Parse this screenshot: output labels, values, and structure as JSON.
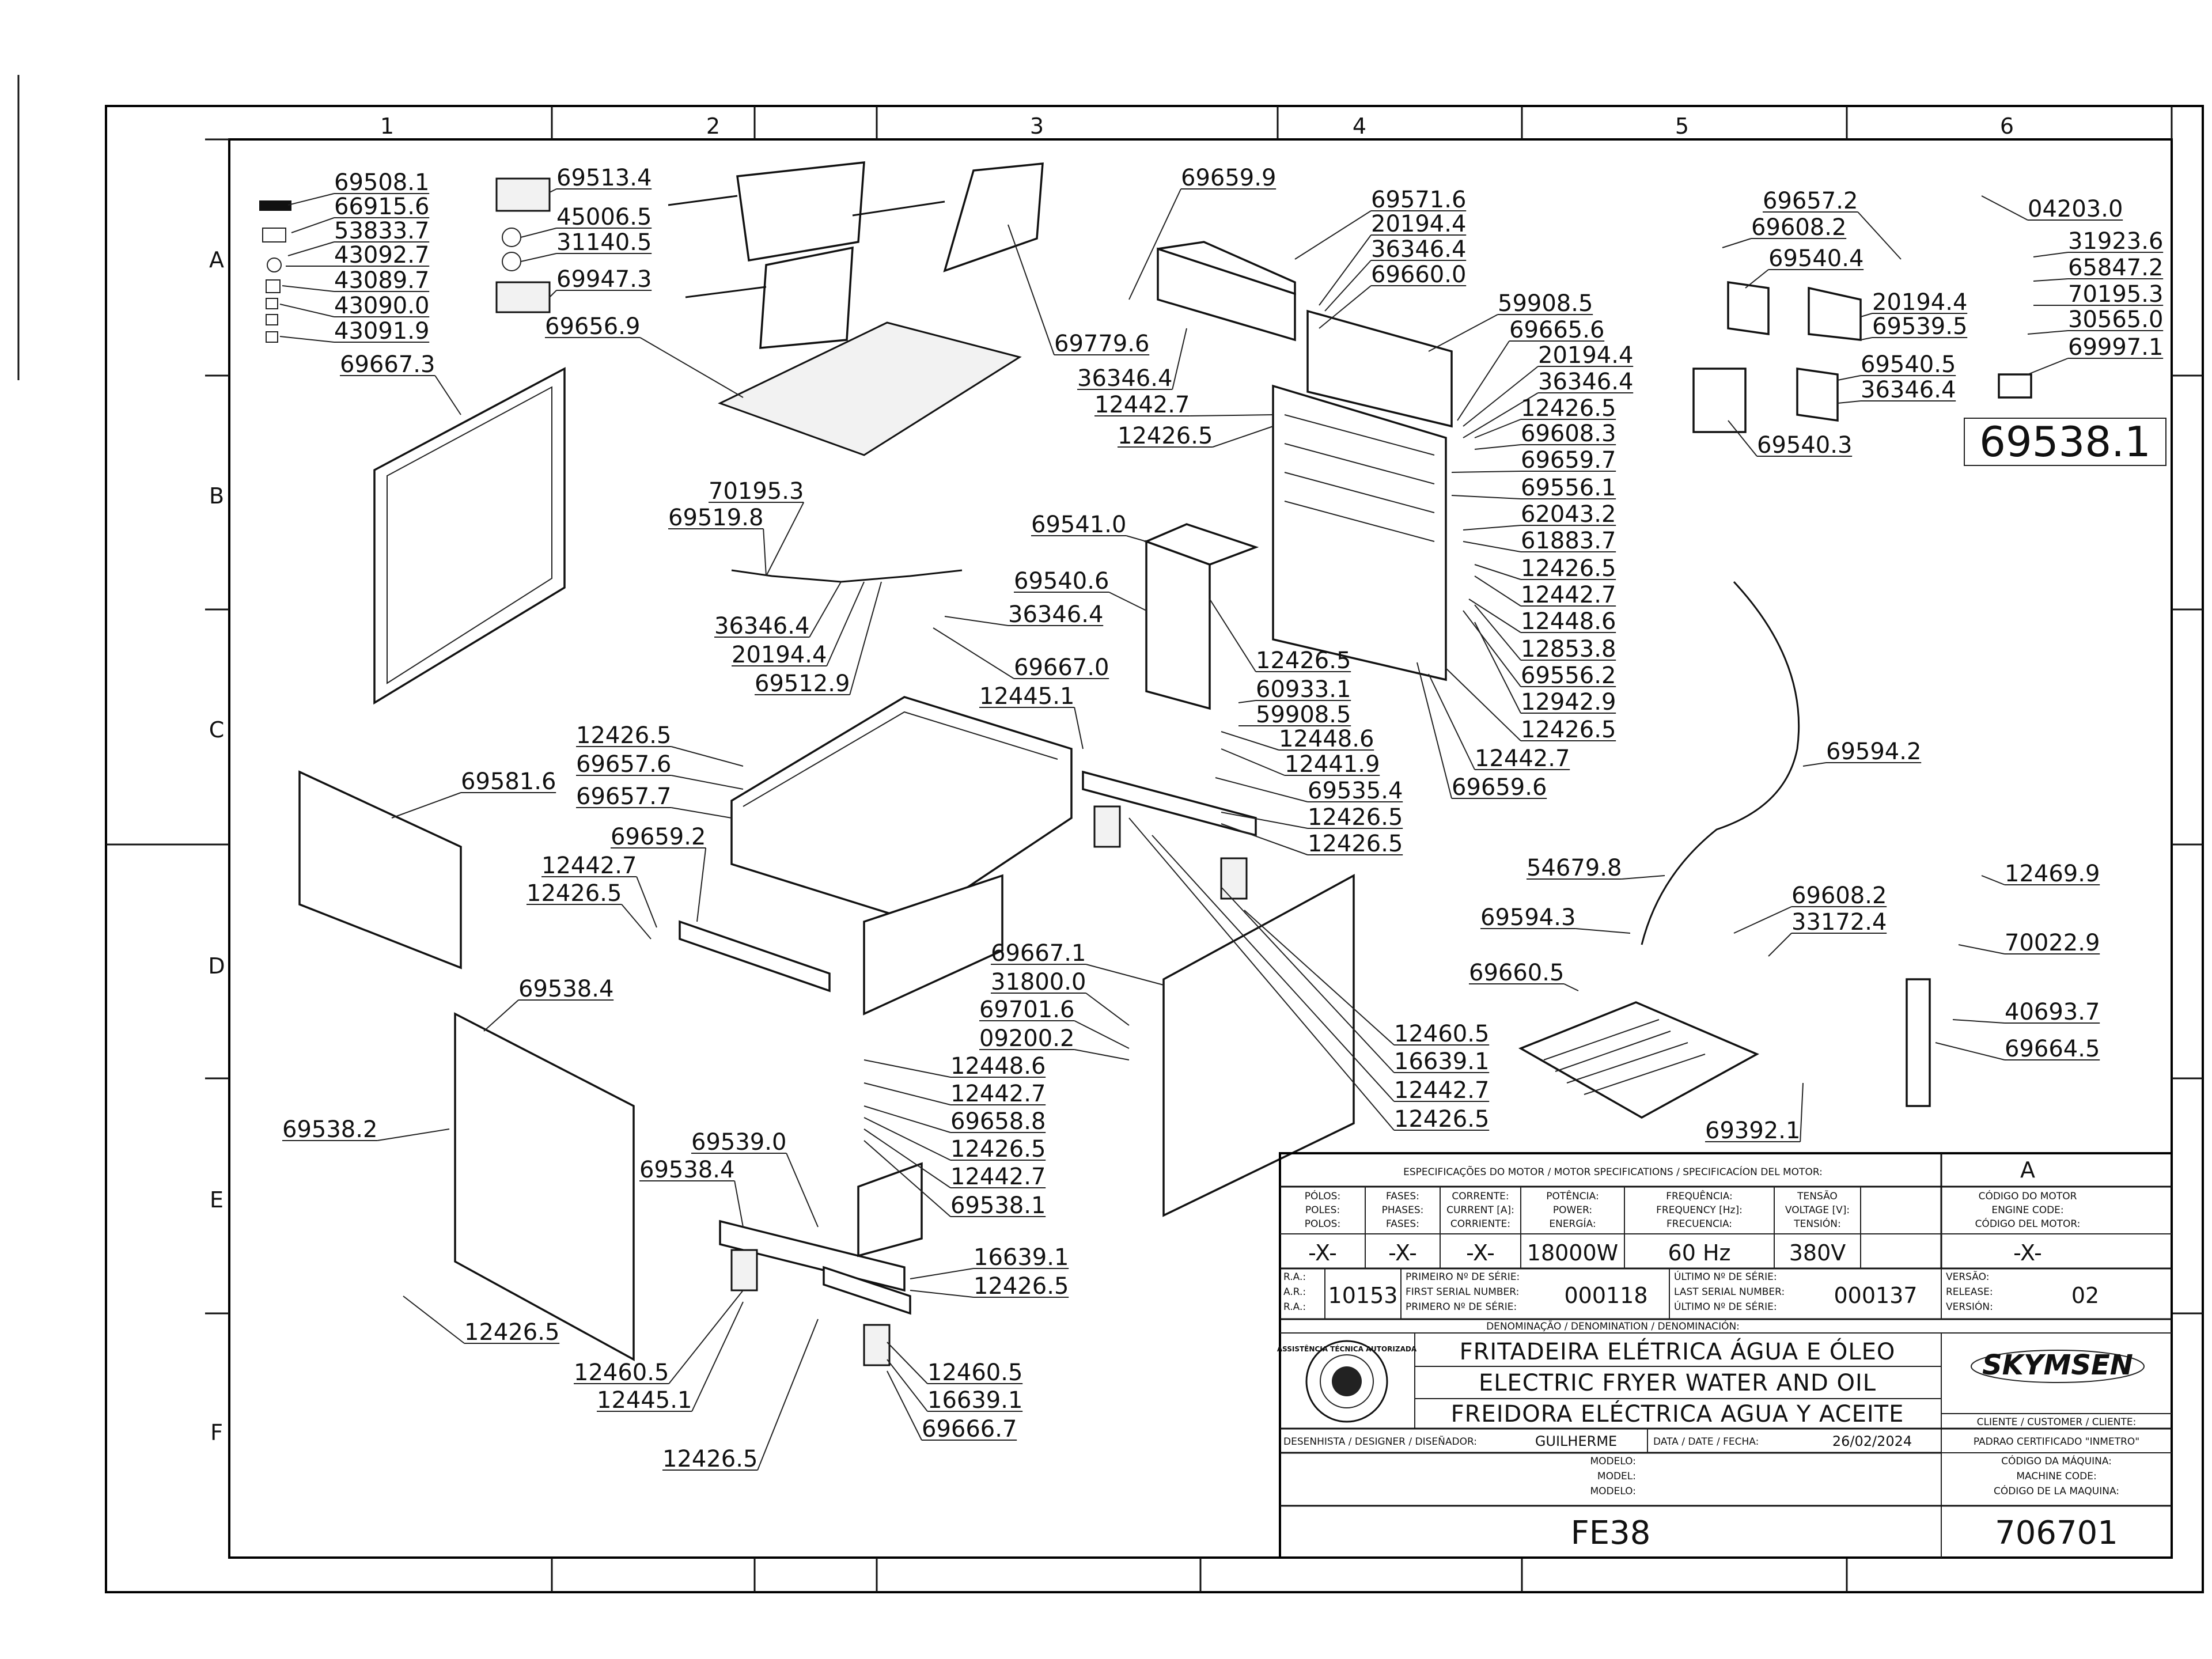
{
  "grid": {
    "columns": [
      "1",
      "2",
      "3",
      "4",
      "5",
      "6"
    ],
    "rows": [
      "A",
      "B",
      "C",
      "D",
      "E",
      "F"
    ]
  },
  "callouts": [
    {
      "id": "c1",
      "text": "69508.1"
    },
    {
      "id": "c2",
      "text": "66915.6"
    },
    {
      "id": "c3",
      "text": "53833.7"
    },
    {
      "id": "c4",
      "text": "43092.7"
    },
    {
      "id": "c5",
      "text": "43089.7"
    },
    {
      "id": "c6",
      "text": "43090.0"
    },
    {
      "id": "c7",
      "text": "43091.9"
    },
    {
      "id": "c8",
      "text": "69667.3"
    },
    {
      "id": "c9",
      "text": "69513.4"
    },
    {
      "id": "c10",
      "text": "45006.5"
    },
    {
      "id": "c11",
      "text": "31140.5"
    },
    {
      "id": "c12",
      "text": "69947.3"
    },
    {
      "id": "c13",
      "text": "69656.9"
    },
    {
      "id": "c14",
      "text": "69779.6"
    },
    {
      "id": "c15",
      "text": "69659.9"
    },
    {
      "id": "c16",
      "text": "69571.6"
    },
    {
      "id": "c17",
      "text": "20194.4"
    },
    {
      "id": "c18",
      "text": "36346.4"
    },
    {
      "id": "c19",
      "text": "69660.0"
    },
    {
      "id": "c20",
      "text": "36346.4"
    },
    {
      "id": "c21",
      "text": "12442.7"
    },
    {
      "id": "c22",
      "text": "12426.5"
    },
    {
      "id": "c23",
      "text": "59908.5"
    },
    {
      "id": "c24",
      "text": "69665.6"
    },
    {
      "id": "c25",
      "text": "20194.4"
    },
    {
      "id": "c26",
      "text": "36346.4"
    },
    {
      "id": "c27",
      "text": "12426.5"
    },
    {
      "id": "c28",
      "text": "69608.3"
    },
    {
      "id": "c29",
      "text": "69659.7"
    },
    {
      "id": "c30",
      "text": "69556.1"
    },
    {
      "id": "c31",
      "text": "62043.2"
    },
    {
      "id": "c32",
      "text": "61883.7"
    },
    {
      "id": "c33",
      "text": "12426.5"
    },
    {
      "id": "c34",
      "text": "12442.7"
    },
    {
      "id": "c35",
      "text": "12448.6"
    },
    {
      "id": "c36",
      "text": "12853.8"
    },
    {
      "id": "c37",
      "text": "69556.2"
    },
    {
      "id": "c38",
      "text": "12942.9"
    },
    {
      "id": "c39",
      "text": "12426.5"
    },
    {
      "id": "c40",
      "text": "12442.7"
    },
    {
      "id": "c41",
      "text": "69659.6"
    },
    {
      "id": "c42",
      "text": "69657.2"
    },
    {
      "id": "c43",
      "text": "69608.2"
    },
    {
      "id": "c44",
      "text": "69540.4"
    },
    {
      "id": "c45",
      "text": "04203.0"
    },
    {
      "id": "c46",
      "text": "31923.6"
    },
    {
      "id": "c47",
      "text": "65847.2"
    },
    {
      "id": "c48",
      "text": "70195.3"
    },
    {
      "id": "c49",
      "text": "30565.0"
    },
    {
      "id": "c50",
      "text": "69997.1"
    },
    {
      "id": "c51",
      "text": "20194.4"
    },
    {
      "id": "c52",
      "text": "69539.5"
    },
    {
      "id": "c53",
      "text": "69540.5"
    },
    {
      "id": "c54",
      "text": "36346.4"
    },
    {
      "id": "c55",
      "text": "69540.3"
    },
    {
      "id": "c56",
      "text": "70195.3"
    },
    {
      "id": "c57",
      "text": "69519.8"
    },
    {
      "id": "c58",
      "text": "36346.4"
    },
    {
      "id": "c59",
      "text": "20194.4"
    },
    {
      "id": "c60",
      "text": "69512.9"
    },
    {
      "id": "c61",
      "text": "36346.4"
    },
    {
      "id": "c62",
      "text": "69667.0"
    },
    {
      "id": "c63",
      "text": "69541.0"
    },
    {
      "id": "c64",
      "text": "69540.6"
    },
    {
      "id": "c65",
      "text": "12426.5"
    },
    {
      "id": "c66",
      "text": "60933.1"
    },
    {
      "id": "c67",
      "text": "59908.5"
    },
    {
      "id": "c68",
      "text": "12448.6"
    },
    {
      "id": "c69",
      "text": "12441.9"
    },
    {
      "id": "c70",
      "text": "69535.4"
    },
    {
      "id": "c71",
      "text": "12426.5"
    },
    {
      "id": "c72",
      "text": "12426.5"
    },
    {
      "id": "c73",
      "text": "12445.1"
    },
    {
      "id": "c74",
      "text": "12426.5"
    },
    {
      "id": "c75",
      "text": "69657.6"
    },
    {
      "id": "c76",
      "text": "69581.6"
    },
    {
      "id": "c77",
      "text": "69657.7"
    },
    {
      "id": "c78",
      "text": "69659.2"
    },
    {
      "id": "c79",
      "text": "12442.7"
    },
    {
      "id": "c80",
      "text": "12426.5"
    },
    {
      "id": "c81",
      "text": "69594.2"
    },
    {
      "id": "c82",
      "text": "54679.8"
    },
    {
      "id": "c83",
      "text": "69608.2"
    },
    {
      "id": "c84",
      "text": "69594.3"
    },
    {
      "id": "c85",
      "text": "33172.4"
    },
    {
      "id": "c86",
      "text": "69660.5"
    },
    {
      "id": "c87",
      "text": "12469.9"
    },
    {
      "id": "c88",
      "text": "70022.9"
    },
    {
      "id": "c89",
      "text": "40693.7"
    },
    {
      "id": "c90",
      "text": "69664.5"
    },
    {
      "id": "c91",
      "text": "69392.1"
    },
    {
      "id": "c92",
      "text": "69538.4"
    },
    {
      "id": "c93",
      "text": "69667.1"
    },
    {
      "id": "c94",
      "text": "31800.0"
    },
    {
      "id": "c95",
      "text": "69701.6"
    },
    {
      "id": "c96",
      "text": "09200.2"
    },
    {
      "id": "c97",
      "text": "12448.6"
    },
    {
      "id": "c98",
      "text": "12442.7"
    },
    {
      "id": "c99",
      "text": "69658.8"
    },
    {
      "id": "c100",
      "text": "12426.5"
    },
    {
      "id": "c101",
      "text": "12442.7"
    },
    {
      "id": "c102",
      "text": "69538.1"
    },
    {
      "id": "c103",
      "text": "12460.5"
    },
    {
      "id": "c104",
      "text": "16639.1"
    },
    {
      "id": "c105",
      "text": "12442.7"
    },
    {
      "id": "c106",
      "text": "12426.5"
    },
    {
      "id": "c107",
      "text": "69538.2"
    },
    {
      "id": "c108",
      "text": "69539.0"
    },
    {
      "id": "c109",
      "text": "69538.4"
    },
    {
      "id": "c110",
      "text": "16639.1"
    },
    {
      "id": "c111",
      "text": "12426.5"
    },
    {
      "id": "c112",
      "text": "12426.5"
    },
    {
      "id": "c113",
      "text": "12460.5"
    },
    {
      "id": "c114",
      "text": "12445.1"
    },
    {
      "id": "c115",
      "text": "12460.5"
    },
    {
      "id": "c116",
      "text": "16639.1"
    },
    {
      "id": "c117",
      "text": "69666.7"
    },
    {
      "id": "c118",
      "text": "12426.5"
    }
  ],
  "inset_part_number": "69538.1",
  "title_block": {
    "motor_spec_header": "ESPECIFICAÇÕES DO MOTOR / MOTOR SPECIFICATIONS / SPECIFICACÍON DEL MOTOR:",
    "revision_letter": "A",
    "col_labels": {
      "phases": [
        "PÓLOS:",
        "POLES:",
        "POLOS:"
      ],
      "fases": [
        "FASES:",
        "PHASES:",
        "FASES:"
      ],
      "current": [
        "CORRENTE:",
        "CURRENT [A]:",
        "CORRIENTE:"
      ],
      "power": [
        "POTÊNCIA:",
        "POWER:",
        "ENERGÍA:"
      ],
      "frequency": [
        "FREQUÊNCIA:",
        "FREQUENCY [Hz]:",
        "FRECUENCIA:"
      ],
      "voltage": [
        "TENSÃO",
        "VOLTAGE [V]:",
        "TENSIÓN:"
      ],
      "engine_code": [
        "CÓDIGO DO MOTOR",
        "ENGINE CODE:",
        "CÓDIGO DEL MOTOR:"
      ]
    },
    "values": {
      "poles": "-X-",
      "phases": "-X-",
      "current": "-X-",
      "power": "18000W",
      "frequency": "60 Hz",
      "voltage": "380V",
      "engine_code": "-X-"
    },
    "ra_labels": [
      "R.A.:",
      "A.R.:",
      "R.A.:"
    ],
    "ra_value": "10153",
    "first_serial_labels": [
      "PRIMEIRO Nº DE SÉRIE:",
      "FIRST SERIAL NUMBER:",
      "PRIMERO Nº DE SÉRIE:"
    ],
    "first_serial": "000118",
    "last_serial_labels": [
      "ÚLTIMO Nº DE SÉRIE:",
      "LAST SERIAL NUMBER:",
      "ÚLTIMO Nº DE SÉRIE:"
    ],
    "last_serial": "000137",
    "version_labels": [
      "VERSÃO:",
      "RELEASE:",
      "VERSIÓN:"
    ],
    "version": "02",
    "denomination_header": "DENOMINAÇÃO / DENOMINATION / DENOMINACIÓN:",
    "title_pt": "FRITADEIRA ELÉTRICA ÁGUA E ÓLEO",
    "title_en": "ELECTRIC FRYER WATER AND OIL",
    "title_es": "FREIDORA ELÉCTRICA AGUA Y ACEITE",
    "seal_text": "ASSISTÊNCIA TÉCNICA AUTORIZADA",
    "brand": "SKYMSEN",
    "client_label": "CLIENTE / CUSTOMER / CLIENTE:",
    "client_value": "PADRAO CERTIFICADO \"INMETRO\"",
    "designer_label": "DESENHISTA / DESIGNER / DISEÑADOR:",
    "designer": "GUILHERME",
    "date_label": "DATA / DATE / FECHA:",
    "date": "26/02/2024",
    "model_labels": [
      "MODELO:",
      "MODEL:",
      "MODELO:"
    ],
    "machine_code_labels": [
      "CÓDIGO DA MÁQUINA:",
      "MACHINE CODE:",
      "CÓDIGO DE LA MAQUINA:"
    ],
    "model": "FE38",
    "machine_code": "706701"
  },
  "label_icons": [
    "desk-label",
    "warning-label",
    "ground-label",
    "voltage-label",
    "sticker-label"
  ],
  "colors": {
    "line": "#111111",
    "background": "#ffffff"
  }
}
